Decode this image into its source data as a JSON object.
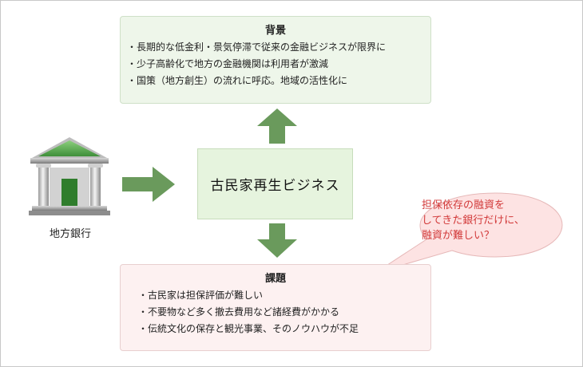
{
  "background": {
    "title": "背景",
    "items": [
      "長期的な低金利・景気停滞で従来の金融ビジネスが限界に",
      "少子高齢化で地方の金融機関は利用者が激減",
      "国策（地方創生）の流れに呼応。地域の活性化に"
    ]
  },
  "center": {
    "label": "古民家再生ビジネス"
  },
  "bank": {
    "label": "地方銀行"
  },
  "issues": {
    "title": "課題",
    "items": [
      "古民家は担保評価が難しい",
      "不要物など多く撤去費用など諸経費がかかる",
      "伝統文化の保存と観光事業、そのノウハウが不足"
    ]
  },
  "bubble": {
    "text": "担保依存の融資を\nしてきた銀行だけに、\n融資が難しい？"
  },
  "colors": {
    "arrow": "#6a9a5c",
    "bubble_fill": "#fde3e3",
    "bubble_text": "#d23a3a"
  }
}
